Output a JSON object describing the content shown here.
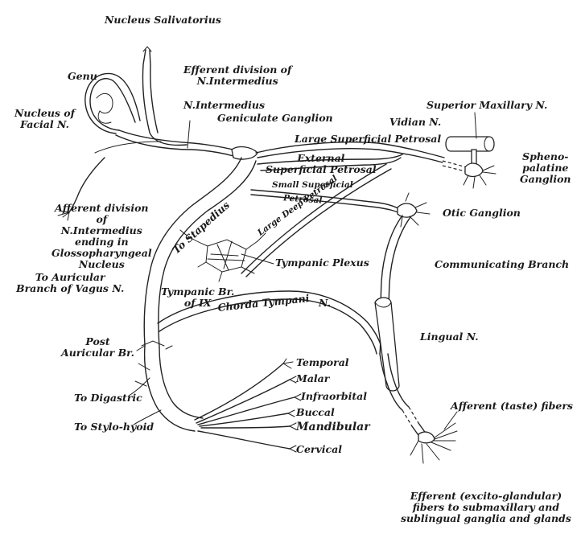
{
  "labels": {
    "nucleus_salivatorius": "Nucleus Salivatorius",
    "efferent_division_1": "Efferent division of",
    "efferent_division_2": "N.Intermedius",
    "genu": "Genu",
    "nucleus_facial_1": "Nucleus of",
    "nucleus_facial_2": "Facial N.",
    "n_intermedius": "N.Intermedius",
    "geniculate_ganglion": "Geniculate Ganglion",
    "superior_maxillary": "Superior Maxillary N.",
    "vidian": "Vidian N.",
    "large_superficial_petrosal": "Large Superficial Petrosal",
    "external_superficial_1": "External",
    "external_superficial_2": "Superficial Petrosal",
    "sphenopalatine_1": "Spheno-",
    "sphenopalatine_2": "palatine",
    "sphenopalatine_3": "Ganglion",
    "small_superficial": "Small Superficial",
    "petrosal": "Petrosal",
    "large_deep_petrosal": "Large Deep Petrosal",
    "otic_ganglion": "Otic Ganglion",
    "afferent_division_1": "Afferent division",
    "afferent_division_2": "of",
    "afferent_division_3": "N.Intermedius",
    "afferent_division_4": "ending in",
    "afferent_division_5": "Glossopharyngeal",
    "afferent_division_6": "Nucleus",
    "to_stapedius": "To Stapedius",
    "tympanic_plexus": "Tympanic Plexus",
    "communicating_branch": "Communicating Branch",
    "to_auricular_1": "To Auricular",
    "to_auricular_2": "Branch of Vagus N.",
    "tympanic_br_1": "Tympanic Br.",
    "tympanic_br_2": "of IX",
    "chorda_tympani": "Chorda Tympani",
    "chorda_n": "N.",
    "lingual": "Lingual N.",
    "post_auricular_1": "Post",
    "post_auricular_2": "Auricular Br.",
    "temporal": "Temporal",
    "malar": "Malar",
    "infraorbital": "Infraorbital",
    "buccal": "Buccal",
    "mandibular": "Mandibular",
    "cervical": "Cervical",
    "to_digastric": "To Digastric",
    "to_stylohyoid": "To Stylo-hyoid",
    "afferent_taste": "Afferent (taste) fibers",
    "efferent_excito_1": "Efferent (excito-glandular)",
    "efferent_excito_2": "fibers to submaxillary and",
    "efferent_excito_3": "sublingual ganglia and glands"
  }
}
